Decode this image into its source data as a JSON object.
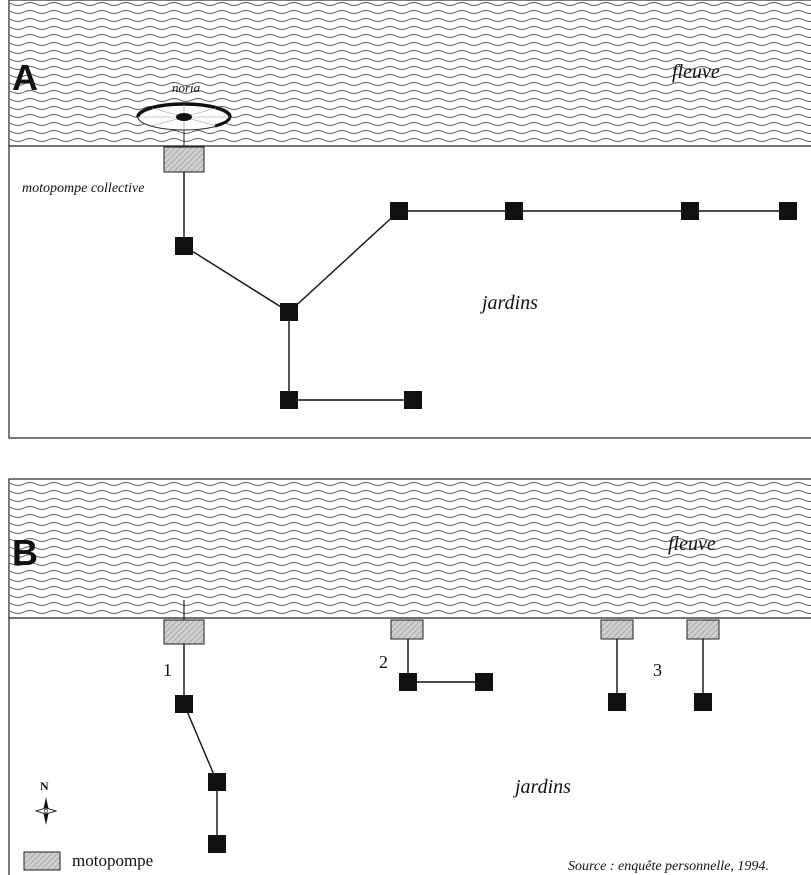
{
  "panel_a": {
    "letter": "A",
    "river_label": "fleuve",
    "noria_label": "noria",
    "pump_label": "motopompe collective",
    "gardens_label": "jardins"
  },
  "panel_b": {
    "letter": "B",
    "river_label": "fleuve",
    "gardens_label": "jardins",
    "pump_numbers": [
      "1",
      "2",
      "3"
    ]
  },
  "legend": {
    "north_label": "N",
    "pump_label": "motopompe"
  },
  "source": "Source : enquête personnelle, 1994."
}
